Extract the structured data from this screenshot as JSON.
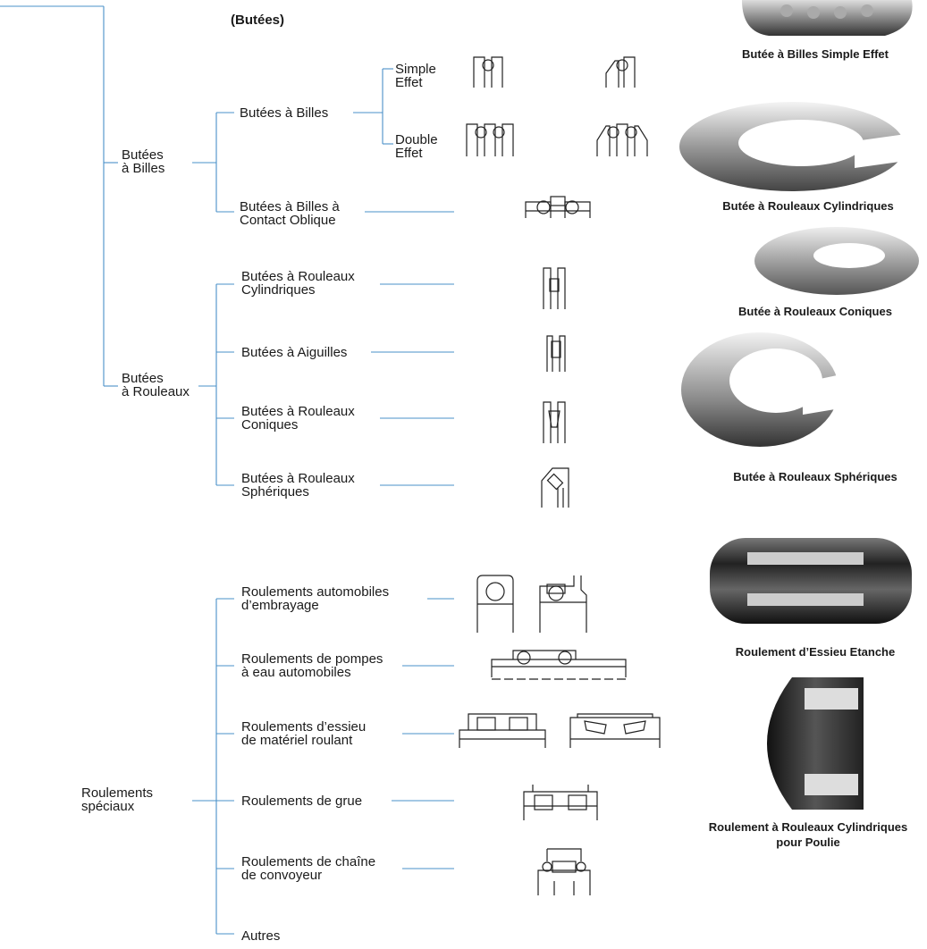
{
  "header": {
    "title": "(Butées)"
  },
  "groups": {
    "ball_thrust": "Butées\nà Billes",
    "roller_thrust": "Butées\nà Rouleaux",
    "special": "Roulements\nspéciaux"
  },
  "ball_items": {
    "thrust_ball": "Butées à Billes",
    "single": "Simple\nEffet",
    "double": "Double\nEffet",
    "angular": "Butées à Billes à\nContact Oblique"
  },
  "roller_items": [
    "Butées à Rouleaux\nCylindriques",
    "Butées à Aiguilles",
    "Butées à Rouleaux\nConiques",
    "Butées à Rouleaux\nSphériques"
  ],
  "special_items": [
    "Roulements automobiles\nd’embrayage",
    "Roulements de pompes\nà eau automobiles",
    "Roulements d’essieu\nde matériel roulant",
    "Roulements de grue",
    "Roulements de chaîne\nde convoyeur",
    "Autres"
  ],
  "captions": [
    "Butée à Billes Simple Effet",
    "Butée à Rouleaux Cylindriques",
    "Butée à Rouleaux Coniques",
    "Butée à Rouleaux Sphériques",
    "Roulement d’Essieu Etanche",
    "Roulement à Rouleaux Cylindriques\npour Poulie"
  ]
}
